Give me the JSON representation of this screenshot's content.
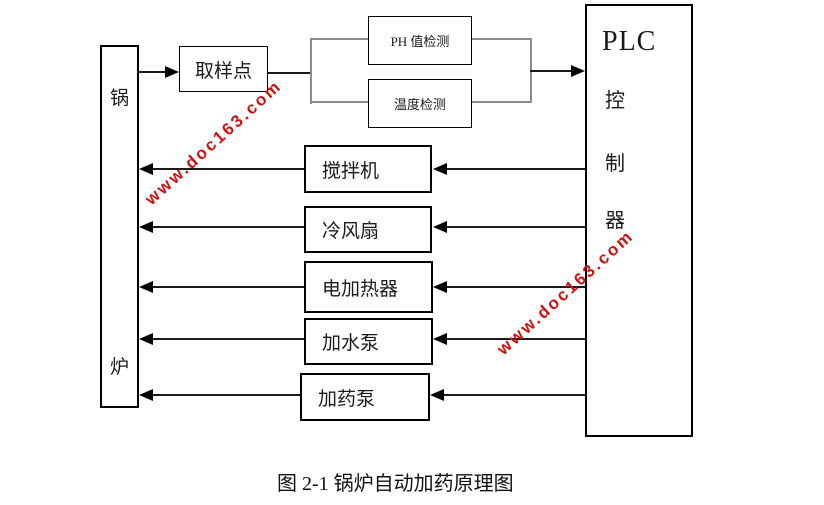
{
  "diagram": {
    "boiler": {
      "label_top": "锅",
      "label_bottom": "炉"
    },
    "sampling": {
      "label": "取样点"
    },
    "sensors": [
      {
        "label": "PH 值检测"
      },
      {
        "label": "温度检测"
      }
    ],
    "plc": {
      "title": "PLC",
      "line2": "控",
      "line3": "制",
      "line4": "器"
    },
    "devices": [
      {
        "label": "搅拌机"
      },
      {
        "label": "冷风扇"
      },
      {
        "label": "电加热器"
      },
      {
        "label": "加水泵"
      },
      {
        "label": "加药泵"
      }
    ],
    "caption": "图 2-1 锅炉自动加药原理图",
    "watermark": {
      "text": "www.doc163.com",
      "color": "#cc1111"
    },
    "colors": {
      "background": "#ffffff",
      "box_border": "#000000",
      "arrow_line": "#1a1a1a",
      "connector_gray": "#8c8c8c"
    }
  }
}
